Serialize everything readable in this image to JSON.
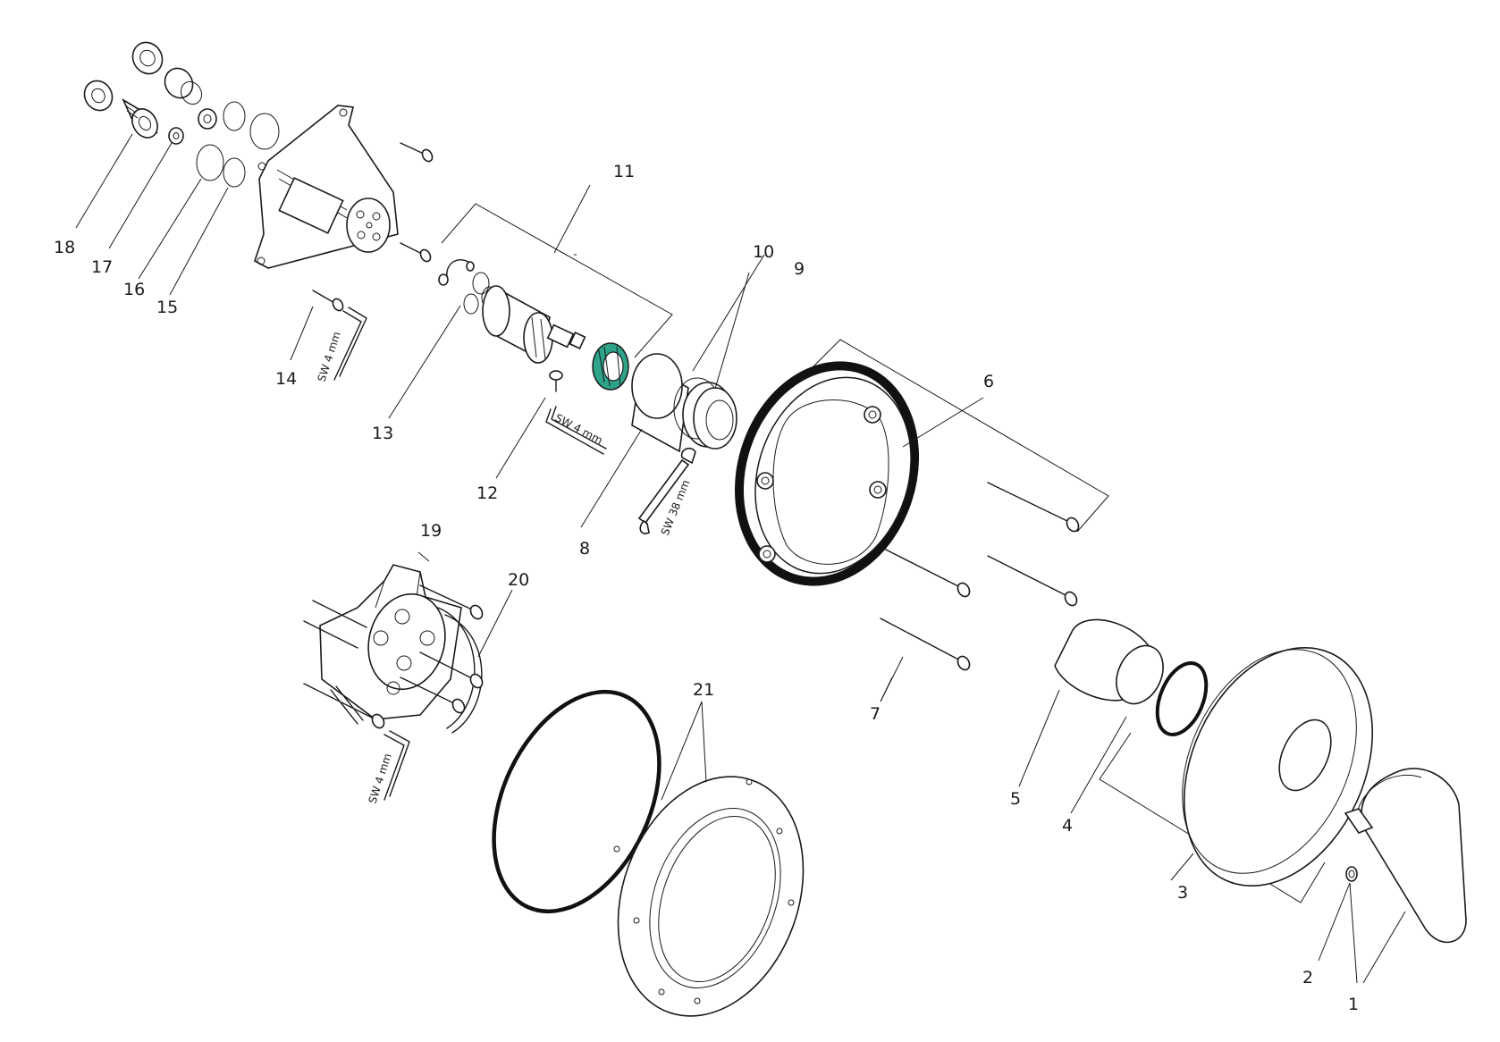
{
  "parts": [
    {
      "number": "1"
    },
    {
      "number": "2"
    },
    {
      "number": "3"
    },
    {
      "number": "4"
    },
    {
      "number": "5"
    },
    {
      "number": "6"
    },
    {
      "number": "7"
    },
    {
      "number": "8"
    },
    {
      "number": "9"
    },
    {
      "number": "10"
    },
    {
      "number": "11"
    },
    {
      "number": "12"
    },
    {
      "number": "13"
    },
    {
      "number": "14"
    },
    {
      "number": "15"
    },
    {
      "number": "16"
    },
    {
      "number": "17"
    },
    {
      "number": "18"
    },
    {
      "number": "19"
    },
    {
      "number": "20"
    },
    {
      "number": "21"
    }
  ],
  "tool_labels": {
    "hex_key_14": "SW 4 mm",
    "hex_key_12": "SW 4 mm",
    "hex_key_19": "SW 4 mm",
    "wrench_8": "SW 38 mm"
  },
  "colors": {
    "line": "#1a1a1a",
    "blue_o_rings": "#2f4fb8",
    "green_ring": "#2ea38a"
  }
}
